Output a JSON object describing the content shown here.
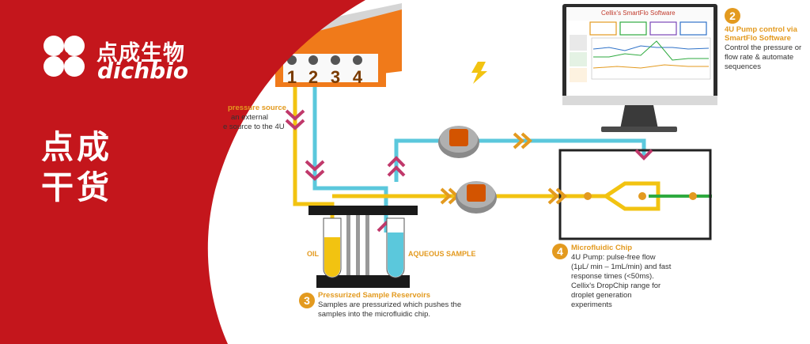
{
  "brand": {
    "name_cn": "点成生物",
    "name_en": "dichbio"
  },
  "tagline": {
    "line1": "点成",
    "line2": "干货"
  },
  "software_title": "Cellix's SmartFlo Software",
  "step1": {
    "title": "pressure source",
    "line1": "an external",
    "line2": "e source to the 4U"
  },
  "step2": {
    "number": "2",
    "title1": "4U Pump control via",
    "title2": "SmartFlo Software",
    "desc1": "Control the pressure or",
    "desc2": "flow rate & automate",
    "desc3": "sequences"
  },
  "step3": {
    "number": "3",
    "title": "Pressurized Sample Reservoirs",
    "desc1": "Samples are pressurized which pushes the",
    "desc2": "samples into the microfluidic chip."
  },
  "step4": {
    "number": "4",
    "title": "Microfluidic Chip",
    "desc1": "4U Pump: pulse-free flow",
    "desc2": "(1μL/ min – 1mL/min) and fast",
    "desc3": "response times (<50ms).",
    "desc4": "Cellix's DropChip range for",
    "desc5": "droplet generation",
    "desc6": "experiments"
  },
  "labels": {
    "oil": "OIL",
    "aqueous": "AQUEOUS SAMPLE"
  },
  "pump_ports": [
    "1",
    "2",
    "3",
    "4"
  ],
  "colors": {
    "brand_red": "#c4161c",
    "accent_orange": "#e39a1f",
    "oil_yellow": "#f2c311",
    "aqueous_blue": "#5bc8dc",
    "chevron": "#c0396b",
    "output_green": "#2eaa3f"
  },
  "icons": {
    "logo": "clover-logo-icon",
    "lightning": "lightning-bolt-icon"
  }
}
